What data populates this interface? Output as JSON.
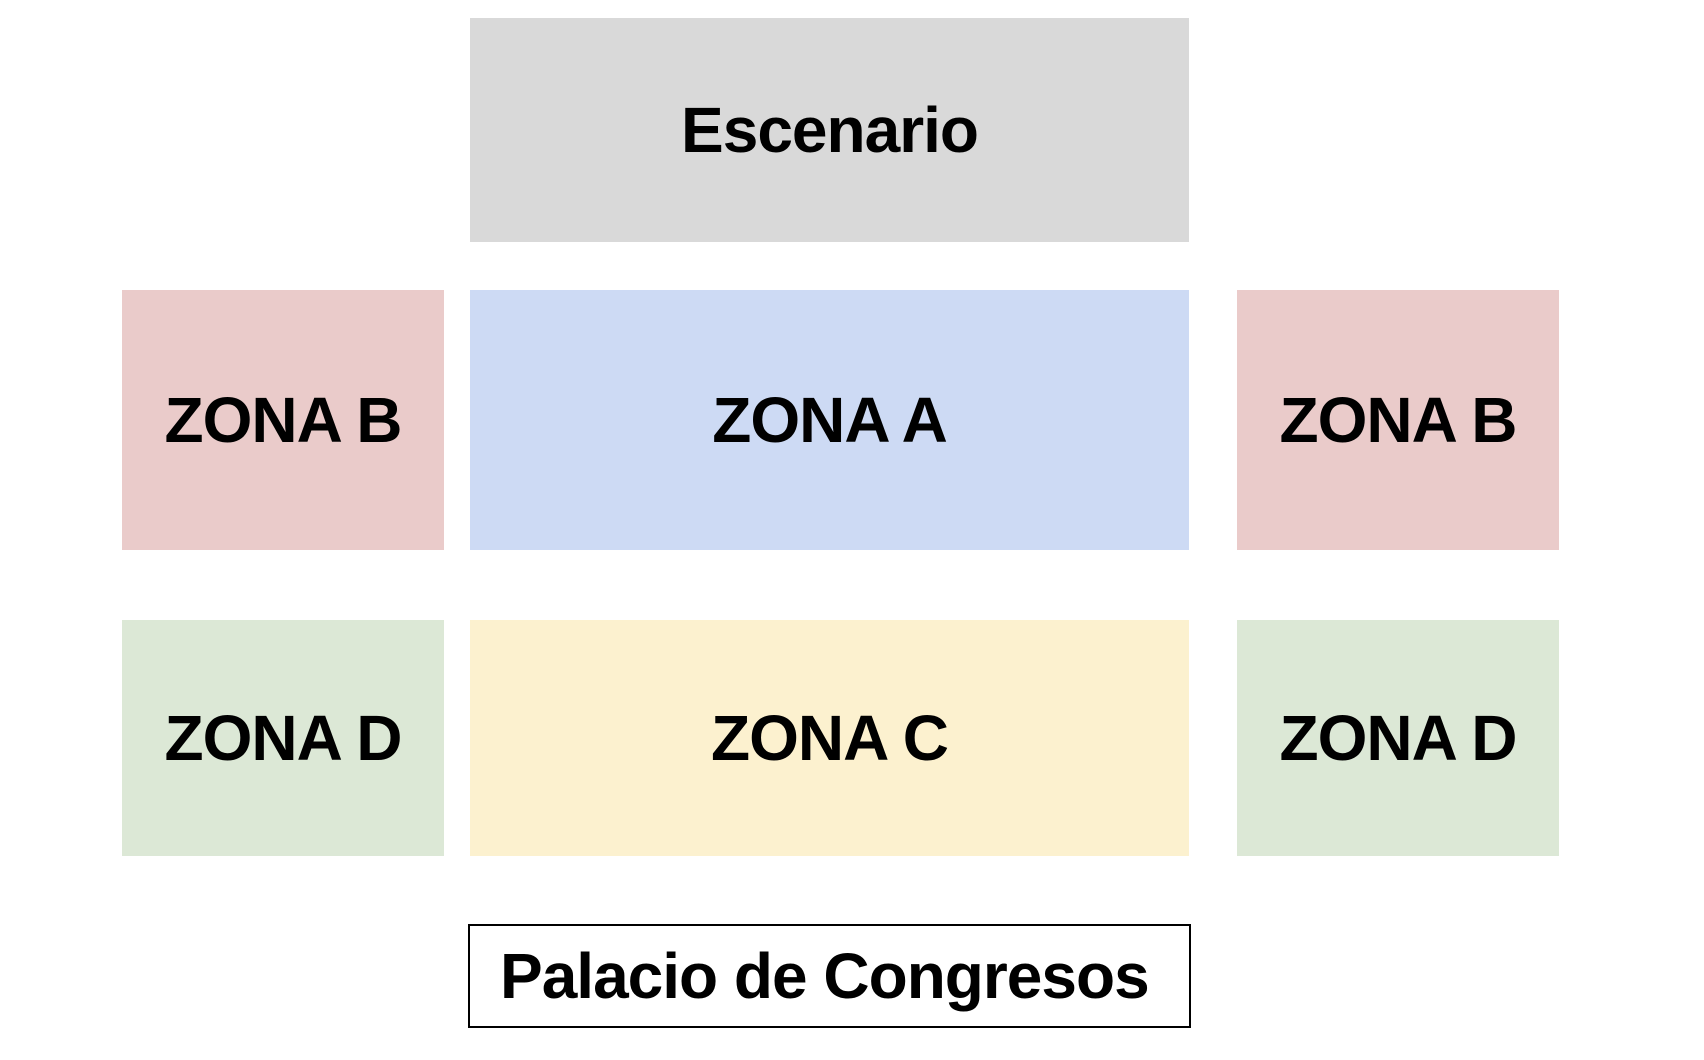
{
  "stage": {
    "label": "Escenario",
    "color": "#d9d9d9"
  },
  "zones": {
    "b_left": {
      "label": "ZONA B",
      "color": "#eacbca"
    },
    "a": {
      "label": "ZONA A",
      "color": "#cddaf4"
    },
    "b_right": {
      "label": "ZONA B",
      "color": "#eacbca"
    },
    "d_left": {
      "label": "ZONA D",
      "color": "#dce8d6"
    },
    "c": {
      "label": "ZONA C",
      "color": "#fcf1cf"
    },
    "d_right": {
      "label": "ZONA D",
      "color": "#dce8d6"
    }
  },
  "venue": {
    "label": "Palacio de Congresos"
  }
}
